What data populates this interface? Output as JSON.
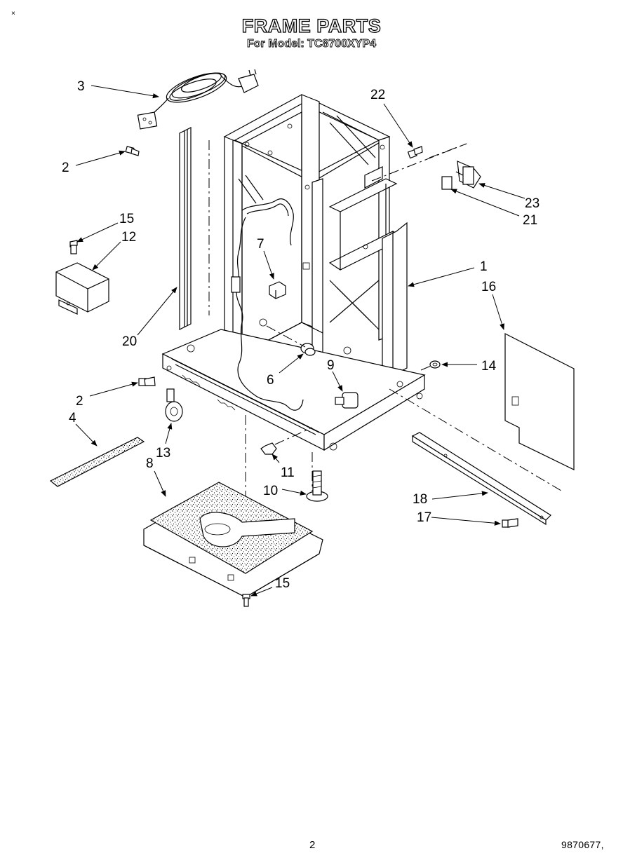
{
  "header": {
    "title": "FRAME PARTS",
    "subtitle": "For Model: TC8700XYP4",
    "corner_mark": "×"
  },
  "footer": {
    "page_number": "2",
    "doc_number": "9870677,"
  },
  "callouts": [
    {
      "id": "c3",
      "label": "3"
    },
    {
      "id": "c22",
      "label": "22"
    },
    {
      "id": "c2a",
      "label": "2"
    },
    {
      "id": "c23",
      "label": "23"
    },
    {
      "id": "c21",
      "label": "21"
    },
    {
      "id": "c15a",
      "label": "15"
    },
    {
      "id": "c12",
      "label": "12"
    },
    {
      "id": "c7",
      "label": "7"
    },
    {
      "id": "c1",
      "label": "1"
    },
    {
      "id": "c16",
      "label": "16"
    },
    {
      "id": "c20",
      "label": "20"
    },
    {
      "id": "c6",
      "label": "6"
    },
    {
      "id": "c9",
      "label": "9"
    },
    {
      "id": "c14",
      "label": "14"
    },
    {
      "id": "c2b",
      "label": "2"
    },
    {
      "id": "c4",
      "label": "4"
    },
    {
      "id": "c13",
      "label": "13"
    },
    {
      "id": "c8",
      "label": "8"
    },
    {
      "id": "c11",
      "label": "11"
    },
    {
      "id": "c10",
      "label": "10"
    },
    {
      "id": "c18",
      "label": "18"
    },
    {
      "id": "c17",
      "label": "17"
    },
    {
      "id": "c15b",
      "label": "15"
    }
  ]
}
